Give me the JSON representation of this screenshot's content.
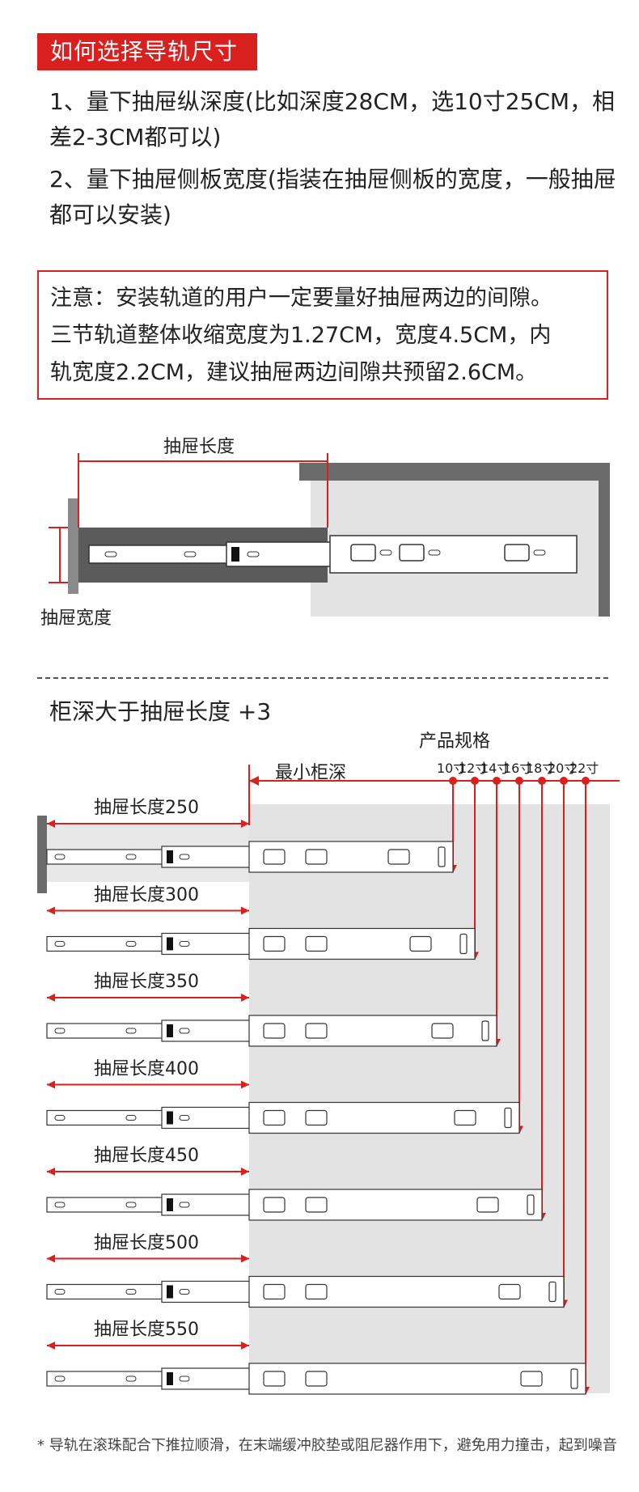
{
  "header": {
    "title": "如何选择导轨尺寸"
  },
  "steps": [
    "1、量下抽屉纵深度(比如深度28CM，选10寸25CM，相差2-3CM都可以)",
    "2、量下抽屉侧板宽度(指装在抽屉侧板的宽度，一般抽屉都可以安装)"
  ],
  "note": {
    "lines": [
      "注意：安装轨道的用户一定要量好抽屉两边的间隙。",
      "三节轨道整体收缩宽度为1.27CM，宽度4.5CM，内",
      "轨宽度2.2CM，建议抽屉两边间隙共预留2.6CM。"
    ]
  },
  "diagram1": {
    "length_label": "抽屉长度",
    "width_label": "抽屉宽度"
  },
  "section2": {
    "title": "柜深大于抽屉长度 +3",
    "spec_label": "产品规格",
    "min_depth_label": "最小柜深",
    "sizes": [
      "10寸",
      "12寸",
      "14寸",
      "16寸",
      "18寸",
      "20寸",
      "22寸"
    ],
    "rows": [
      {
        "label": "抽屉长度250",
        "size": "10寸"
      },
      {
        "label": "抽屉长度300",
        "size": "12寸"
      },
      {
        "label": "抽屉长度350",
        "size": "14寸"
      },
      {
        "label": "抽屉长度400",
        "size": "16寸"
      },
      {
        "label": "抽屉长度450",
        "size": "18寸"
      },
      {
        "label": "抽屉长度500",
        "size": "20寸"
      },
      {
        "label": "抽屉长度550",
        "size": "22寸"
      }
    ]
  },
  "footer": {
    "text": "* 导轨在滚珠配合下推拉顺滑，在末端缓冲胶垫或阻尼器作用下，避免用力撞击，起到噪音"
  },
  "colors": {
    "accent": "#d8201f",
    "cabinet": "#6b6b6b",
    "panel_light": "#e3e3e3",
    "drawer": "#5b5b5b"
  }
}
